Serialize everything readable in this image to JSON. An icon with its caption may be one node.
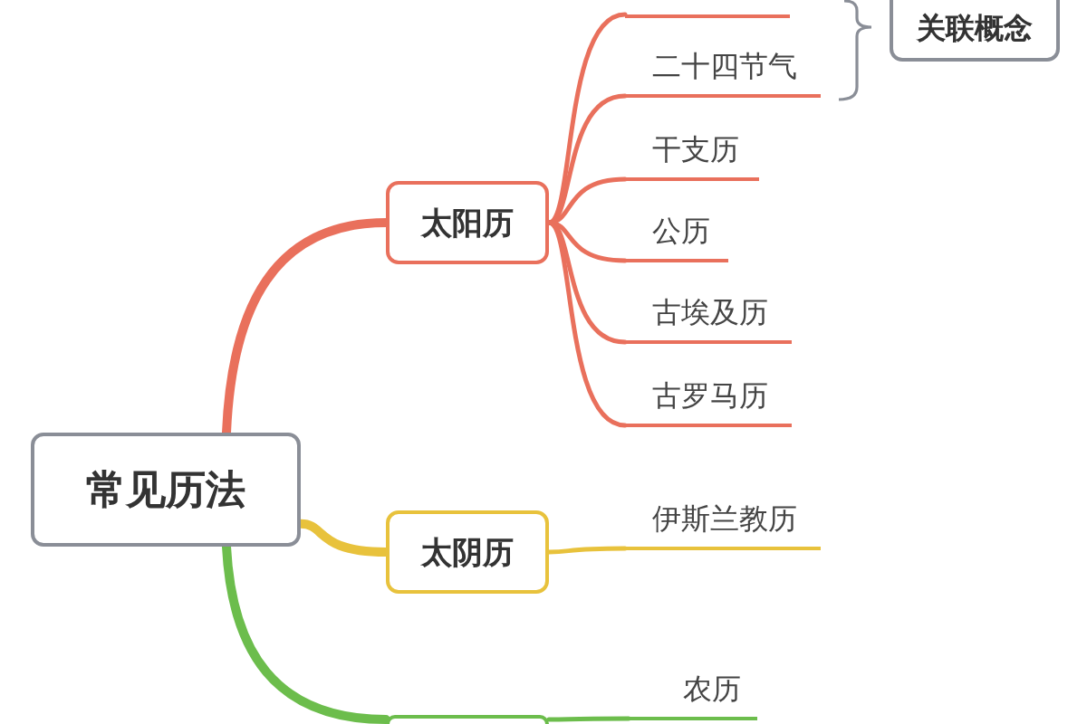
{
  "diagram": {
    "nodes": [
      {
        "text": [
          "常见历法"
        ]
      },
      {
        "text": [
          "太阳历"
        ]
      },
      {
        "text": [],
        "shape": "line"
      },
      {
        "text": [
          "二十四节气"
        ]
      },
      {
        "text": [
          "干支历"
        ]
      },
      {
        "text": [
          "公历"
        ]
      },
      {
        "text": [
          "古埃及历"
        ]
      },
      {
        "text": [
          "古罗马历"
        ]
      },
      {
        "text": [
          "太阴历"
        ]
      },
      {
        "text": [
          "伊斯兰教历"
        ]
      },
      {
        "text": [],
        "shape": "box"
      },
      {
        "text": [
          "农历"
        ]
      },
      {
        "text": [
          "关联概念"
        ]
      }
    ],
    "edges": [
      {
        "from": 0,
        "to": 1,
        "arrow": "none",
        "style": "thick"
      },
      {
        "from": 1,
        "to": 2,
        "arrow": "none"
      },
      {
        "from": 1,
        "to": 3,
        "arrow": "none"
      },
      {
        "from": 1,
        "to": 4,
        "arrow": "none"
      },
      {
        "from": 1,
        "to": 5,
        "arrow": "none"
      },
      {
        "from": 1,
        "to": 6,
        "arrow": "none"
      },
      {
        "from": 1,
        "to": 7,
        "arrow": "none"
      },
      {
        "from": 0,
        "to": 8,
        "arrow": "none",
        "style": "thick",
        "color": "#e8c23c"
      },
      {
        "from": 8,
        "to": 9,
        "arrow": "none",
        "color": "#e8c23c"
      },
      {
        "from": 0,
        "to": 10,
        "arrow": "none",
        "style": "thick",
        "color": "#6cbd4c"
      },
      {
        "from": 10,
        "to": 11,
        "arrow": "none",
        "color": "#6cbd4c"
      }
    ]
  }
}
